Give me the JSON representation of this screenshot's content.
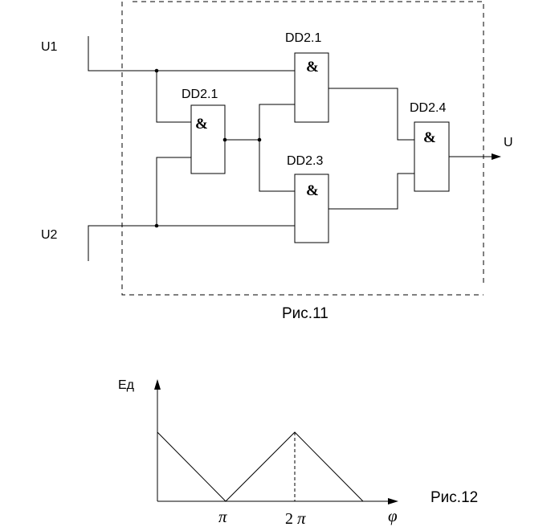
{
  "figure11": {
    "inputs": {
      "u1": "U1",
      "u2": "U2"
    },
    "output": "U",
    "gates": {
      "top": {
        "name": "DD2.1",
        "symbol": "&"
      },
      "left": {
        "name": "DD2.1",
        "symbol": "&"
      },
      "bottom": {
        "name": "DD2.3",
        "symbol": "&"
      },
      "right": {
        "name": "DD2.4",
        "symbol": "&"
      }
    },
    "caption": "Рис.11"
  },
  "figure12": {
    "ylabel": "Ед",
    "xlabel": "φ",
    "caption": "Рис.12",
    "ticks": {
      "pi": "π",
      "two_pi_num": "2",
      "two_pi_sym": "π"
    }
  }
}
